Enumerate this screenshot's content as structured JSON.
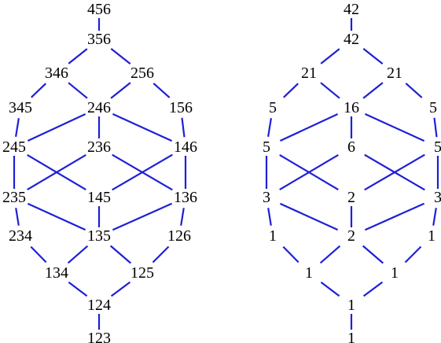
{
  "diagrams": [
    {
      "nodes": [
        {
          "id": "n456",
          "label": "456"
        },
        {
          "id": "n356",
          "label": "356"
        },
        {
          "id": "n346",
          "label": "346"
        },
        {
          "id": "n256",
          "label": "256"
        },
        {
          "id": "n345",
          "label": "345"
        },
        {
          "id": "n246",
          "label": "246"
        },
        {
          "id": "n156",
          "label": "156"
        },
        {
          "id": "n245",
          "label": "245"
        },
        {
          "id": "n236",
          "label": "236"
        },
        {
          "id": "n146",
          "label": "146"
        },
        {
          "id": "n235",
          "label": "235"
        },
        {
          "id": "n145",
          "label": "145"
        },
        {
          "id": "n136",
          "label": "136"
        },
        {
          "id": "n234",
          "label": "234"
        },
        {
          "id": "n135",
          "label": "135"
        },
        {
          "id": "n126",
          "label": "126"
        },
        {
          "id": "n134",
          "label": "134"
        },
        {
          "id": "n125",
          "label": "125"
        },
        {
          "id": "n124",
          "label": "124"
        },
        {
          "id": "n123",
          "label": "123"
        }
      ]
    },
    {
      "nodes": [
        {
          "id": "n456",
          "label": "42"
        },
        {
          "id": "n356",
          "label": "42"
        },
        {
          "id": "n346",
          "label": "21"
        },
        {
          "id": "n256",
          "label": "21"
        },
        {
          "id": "n345",
          "label": "5"
        },
        {
          "id": "n246",
          "label": "16"
        },
        {
          "id": "n156",
          "label": "5"
        },
        {
          "id": "n245",
          "label": "5"
        },
        {
          "id": "n236",
          "label": "6"
        },
        {
          "id": "n146",
          "label": "5"
        },
        {
          "id": "n235",
          "label": "3"
        },
        {
          "id": "n145",
          "label": "2"
        },
        {
          "id": "n136",
          "label": "3"
        },
        {
          "id": "n234",
          "label": "1"
        },
        {
          "id": "n135",
          "label": "2"
        },
        {
          "id": "n126",
          "label": "1"
        },
        {
          "id": "n134",
          "label": "1"
        },
        {
          "id": "n125",
          "label": "1"
        },
        {
          "id": "n124",
          "label": "1"
        },
        {
          "id": "n123",
          "label": "1"
        }
      ]
    }
  ],
  "edges": [
    [
      "n456",
      "n356"
    ],
    [
      "n356",
      "n346"
    ],
    [
      "n356",
      "n256"
    ],
    [
      "n346",
      "n345"
    ],
    [
      "n346",
      "n246"
    ],
    [
      "n256",
      "n246"
    ],
    [
      "n256",
      "n156"
    ],
    [
      "n345",
      "n245"
    ],
    [
      "n246",
      "n245"
    ],
    [
      "n246",
      "n236"
    ],
    [
      "n246",
      "n146"
    ],
    [
      "n156",
      "n146"
    ],
    [
      "n245",
      "n235"
    ],
    [
      "n245",
      "n145"
    ],
    [
      "n236",
      "n235"
    ],
    [
      "n236",
      "n136"
    ],
    [
      "n146",
      "n145"
    ],
    [
      "n146",
      "n136"
    ],
    [
      "n235",
      "n234"
    ],
    [
      "n235",
      "n135"
    ],
    [
      "n145",
      "n135"
    ],
    [
      "n136",
      "n135"
    ],
    [
      "n136",
      "n126"
    ],
    [
      "n234",
      "n134"
    ],
    [
      "n135",
      "n134"
    ],
    [
      "n135",
      "n125"
    ],
    [
      "n126",
      "n125"
    ],
    [
      "n134",
      "n124"
    ],
    [
      "n125",
      "n124"
    ],
    [
      "n124",
      "n123"
    ]
  ],
  "colors": {
    "edge": "#1f1fd6",
    "label": "#000000",
    "background": "#ffffff"
  }
}
